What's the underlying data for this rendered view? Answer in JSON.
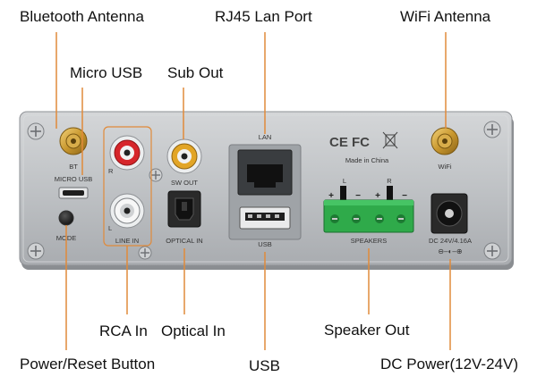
{
  "callouts": {
    "bluetooth_antenna": "Bluetooth Antenna",
    "rj45_lan_port": "RJ45 Lan Port",
    "wifi_antenna": "WiFi Antenna",
    "micro_usb": "Micro USB",
    "sub_out": "Sub Out",
    "rca_in": "RCA In",
    "optical_in": "Optical In",
    "speaker_out": "Speaker Out",
    "power_reset_button": "Power/Reset Button",
    "usb": "USB",
    "dc_power": "DC Power(12V-24V)"
  },
  "panel": {
    "bt": "BT",
    "micro_usb": "MICRO USB",
    "mode": "MODE",
    "rca_r": "R",
    "rca_l": "L",
    "line_in": "LINE IN",
    "sw_out": "SW OUT",
    "optical_in": "OPTICAL IN",
    "lan": "LAN",
    "usb": "USB",
    "certifications": "CE FC",
    "made_in": "Made in China",
    "wifi": "WiFi",
    "speaker_l": "L",
    "speaker_r": "R",
    "speaker_plus_l": "+",
    "speaker_minus_l": "−",
    "speaker_plus_r": "+",
    "speaker_minus_r": "−",
    "speakers": "SPEAKERS",
    "dc_rating": "DC 24V/4.16A",
    "polarity": "⊖–◐–⊕"
  },
  "colors": {
    "leader_line": "#e08a3a",
    "panel": "#b9bcbf",
    "rca_red": "#d6262b",
    "sub_yellow": "#e2a526",
    "terminal_green": "#2faa4a"
  }
}
